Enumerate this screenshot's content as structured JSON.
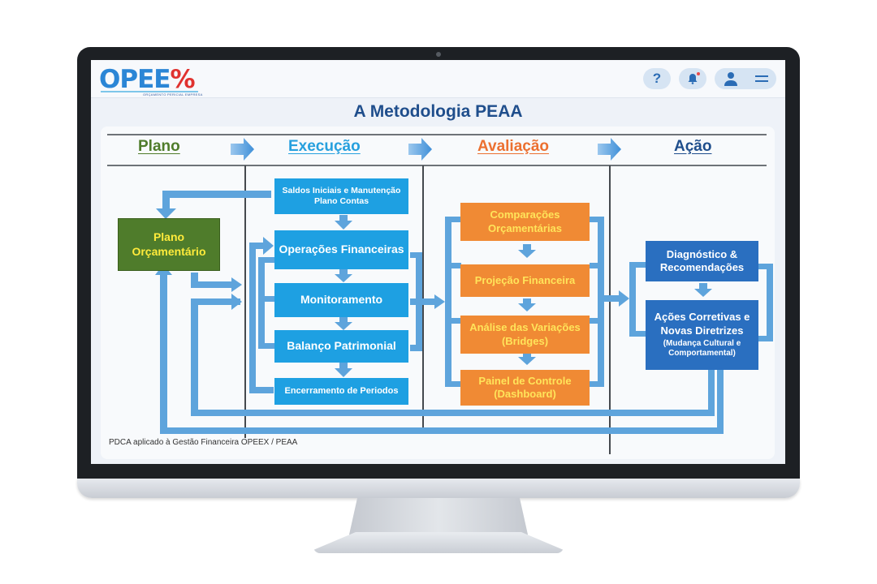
{
  "app": {
    "logo_text_blue": "OPEE",
    "logo_text_red": "%",
    "logo_subtitle": "ORÇAMENTO PERICIAL EMPRESA"
  },
  "header": {
    "help_icon": "?",
    "notification_icon": "bell-icon",
    "user_icon": "user-icon",
    "menu_icon": "="
  },
  "diagram": {
    "title": "A Metodologia PEAA",
    "phases": [
      {
        "label": "Plano",
        "color": "#4f7c2b"
      },
      {
        "label": "Execução",
        "color": "#27a0de"
      },
      {
        "label": "Avaliação",
        "color": "#ec7030"
      },
      {
        "label": "Ação",
        "color": "#1f4e8c"
      }
    ],
    "plano": {
      "box": "Plano Orçamentário"
    },
    "execucao": [
      "Saldos Iniciais e Manutenção Plano Contas",
      "Operações Financeiras",
      "Monitoramento",
      "Balanço Patrimonial",
      "Encerramento de Periodos"
    ],
    "avaliacao": [
      "Comparações Orçamentárias",
      "Projeção Financeira",
      "Análise das Variações (Bridges)",
      "Painel de Controle (Dashboard)"
    ],
    "acao": {
      "box1": "Diagnóstico & Recomendações",
      "box2_main": "Ações Corretivas e Novas Diretrizes",
      "box2_sub": "(Mudança Cultural e Comportamental)"
    },
    "footer": "PDCA aplicado à Gestão Financeira OPEEX / PEAA"
  }
}
